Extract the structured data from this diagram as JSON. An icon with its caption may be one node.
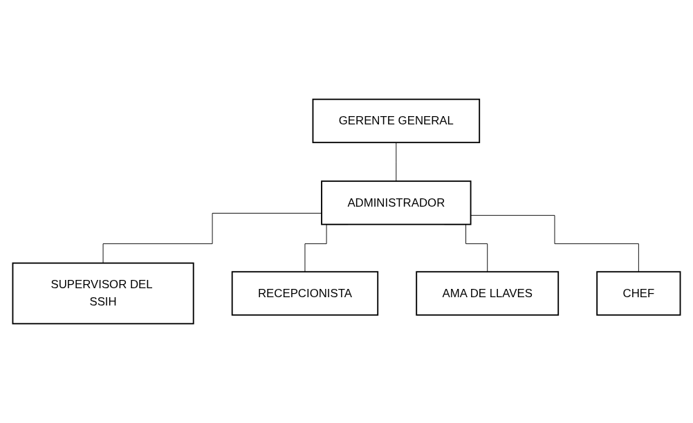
{
  "diagram": {
    "nodes": [
      {
        "text": [
          "GERENTE GENERAL"
        ]
      },
      {
        "text": [
          "ADMINISTRADOR"
        ]
      },
      {
        "text": [
          "SUPERVISOR DEL SSIH"
        ]
      },
      {
        "text": [
          "RECEPCIONISTA"
        ]
      },
      {
        "text": [
          "AMA DE LLAVES"
        ]
      },
      {
        "text": [
          "CHEF"
        ]
      }
    ],
    "edges": [
      {
        "from": 0,
        "to": 1,
        "arrow": "none"
      },
      {
        "from": 1,
        "to": 2,
        "arrow": "none"
      },
      {
        "from": 1,
        "to": 3,
        "arrow": "none"
      },
      {
        "from": 1,
        "to": 4,
        "arrow": "none"
      },
      {
        "from": 1,
        "to": 5,
        "arrow": "none"
      }
    ]
  }
}
